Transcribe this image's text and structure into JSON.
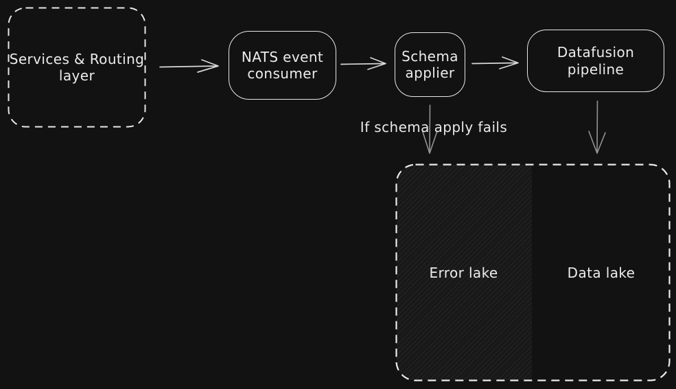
{
  "diagram": {
    "title": "event pipeline flow diagram",
    "colors": {
      "background": "#121212",
      "node_stroke": "#e8e8e8",
      "text": "#ececec",
      "horizontal_arrow": "#d9d9d9",
      "vertical_arrow": "#949494",
      "error_lake_hatch_fill": "#181818"
    },
    "nodes": {
      "services": {
        "label": "Services & Routing\nlayer"
      },
      "nats": {
        "label": "NATS event\nconsumer"
      },
      "schema": {
        "label": "Schema\napplier"
      },
      "datafusion": {
        "label": "Datafusion pipeline"
      },
      "error_lake": {
        "label": "Error lake"
      },
      "data_lake": {
        "label": "Data lake"
      }
    },
    "annotations": {
      "schema_fail": "If schema apply fails"
    },
    "edges": [
      {
        "from": "services",
        "to": "nats"
      },
      {
        "from": "nats",
        "to": "schema"
      },
      {
        "from": "schema",
        "to": "datafusion"
      },
      {
        "from": "schema",
        "to": "error_lake",
        "label": "If schema apply fails"
      },
      {
        "from": "datafusion",
        "to": "data_lake"
      }
    ]
  }
}
